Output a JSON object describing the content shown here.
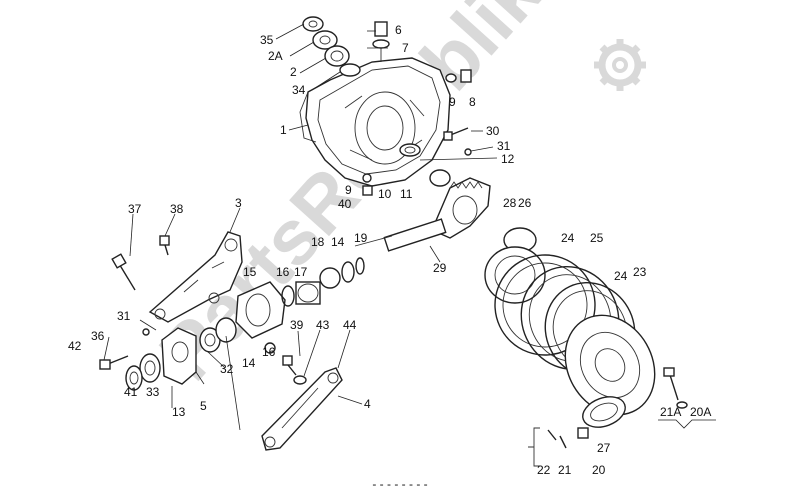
{
  "watermark": {
    "text": "PartsRepublik",
    "icon": "gear-icon",
    "color": "#d9d9d9"
  },
  "callouts": [
    "35",
    "6",
    "2A",
    "7",
    "2",
    "9",
    "8",
    "34",
    "1",
    "30",
    "31",
    "12",
    "9",
    "10",
    "11",
    "40",
    "37",
    "38",
    "3",
    "28",
    "26",
    "24",
    "25",
    "18",
    "14",
    "19",
    "15",
    "16",
    "17",
    "29",
    "24",
    "23",
    "31",
    "39",
    "43",
    "44",
    "36",
    "42",
    "14",
    "16",
    "32",
    "41",
    "33",
    "13",
    "5",
    "4",
    "21A",
    "20A",
    "22",
    "21",
    "20",
    "27"
  ],
  "footer_text": "- - - - - - - -"
}
